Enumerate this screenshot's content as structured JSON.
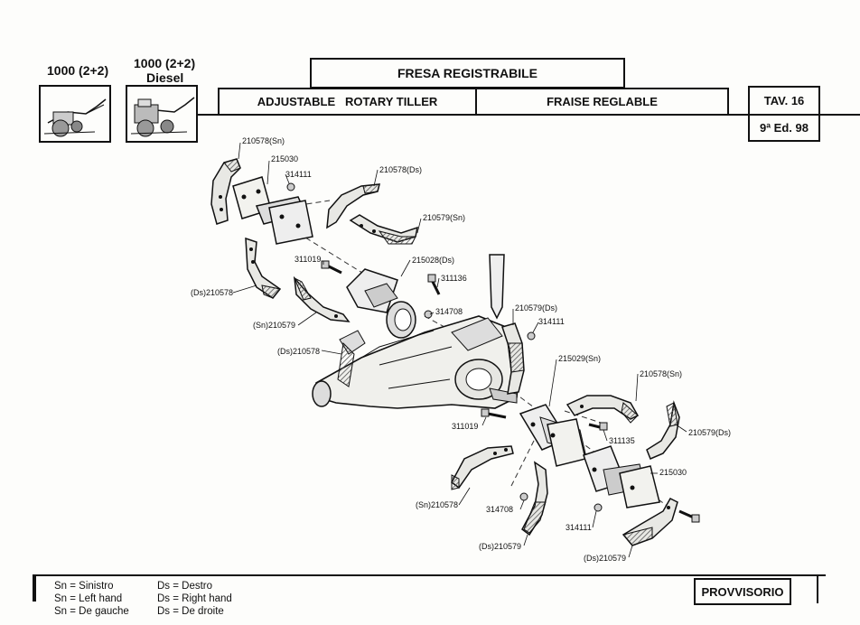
{
  "header": {
    "model_1": {
      "line1": "1000 (2+2)"
    },
    "model_2": {
      "line1": "1000 (2+2)",
      "line2": "Diesel"
    },
    "title_it": "FRESA REGISTRABILE",
    "title_en": "ADJUSTABLE   ROTARY TILLER",
    "title_fr": "FRAISE REGLABLE",
    "table_no": "TAV. 16",
    "edition": "9ª Ed. 98"
  },
  "parts": [
    "210578(Sn)",
    "215030",
    "314111",
    "210578(Ds)",
    "210579(Sn)",
    "(Ds)210578",
    "311019",
    "215028(Ds)",
    "311136",
    "(Sn)210579",
    "314708",
    "210579(Ds)",
    "314111",
    "(Ds)210578",
    "215029(Sn)",
    "210578(Sn)",
    "311019",
    "311135",
    "210579(Ds)",
    "215030",
    "(Sn)210578",
    "314708",
    "314111",
    "(Ds)210579",
    "(Ds)210579"
  ],
  "legend": {
    "left": [
      "Sn = Sinistro",
      "Sn = Left hand",
      "Sn = De gauche"
    ],
    "right": [
      "Ds = Destro",
      "Ds = Right hand",
      "Ds = De droite"
    ]
  },
  "status": "PROVVISORIO",
  "colors": {
    "ink": "#111111",
    "paper": "#fdfdfb",
    "blade_fill": "#e8e8e4",
    "hatch": "#555555"
  }
}
